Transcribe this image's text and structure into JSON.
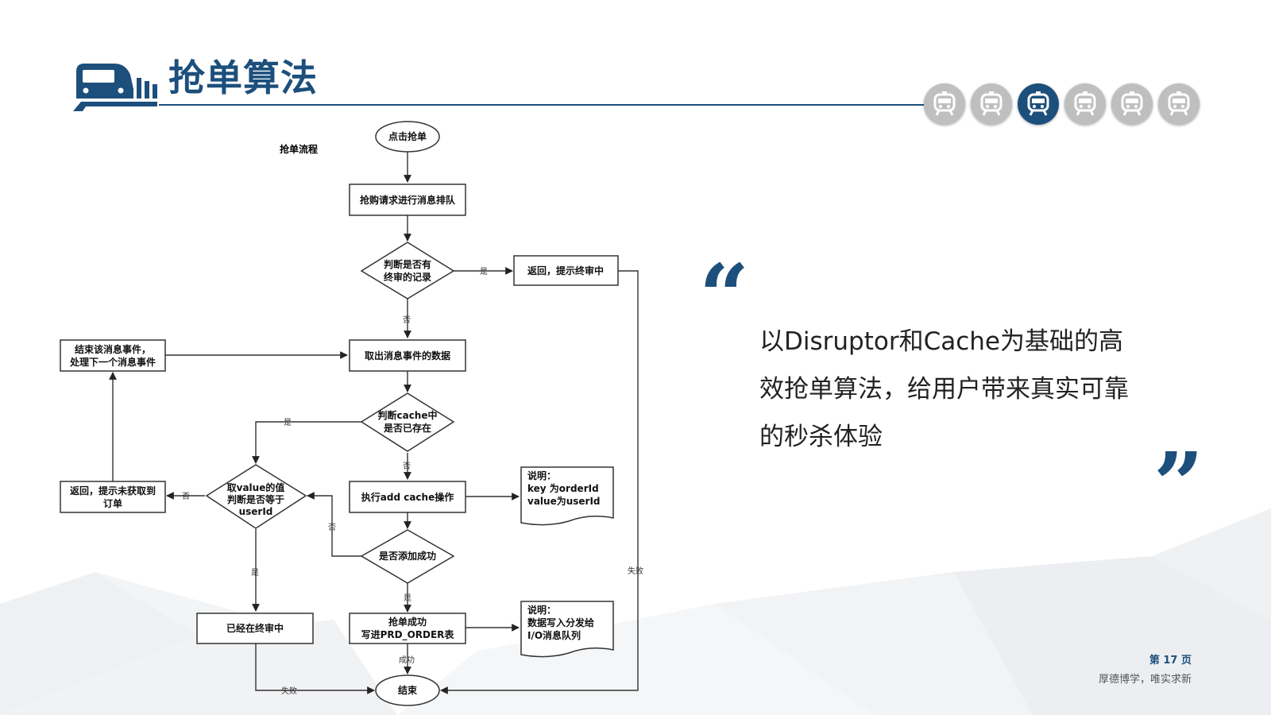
{
  "header": {
    "title": "抢单算法",
    "logo_icon": "train-icon"
  },
  "progress": {
    "total": 6,
    "active_index": 2,
    "icon": "train-front-icon",
    "active_color": "#1c4f7c",
    "inactive_color": "#bfbfbf"
  },
  "flowchart": {
    "title": "抢单流程",
    "nodes": {
      "start": "点击抢单",
      "queue": "抢购请求进行消息排队",
      "check_final_1": "判断是否有",
      "check_final_2": "终审的记录",
      "return_final": "返回，提示终审中",
      "fetch_data": "取出消息事件的数据",
      "end_event_1": "结束该消息事件，",
      "end_event_2": "处理下一个消息事件",
      "check_cache_1": "判断cache中",
      "check_cache_2": "是否已存在",
      "add_cache": "执行add cache操作",
      "note1_1": "说明：",
      "note1_2": "key   为orderId",
      "note1_3": "value为userId",
      "check_value_1": "取value的值",
      "check_value_2": "判断是否等于",
      "check_value_3": "userId",
      "return_not_got_1": "返回，提示未获取到",
      "return_not_got_2": "订单",
      "check_added": "是否添加成功",
      "success_1": "抢单成功",
      "success_2": "写进PRD_ORDER表",
      "note2_1": "说明：",
      "note2_2": "数据写入分发给",
      "note2_3": "I/O消息队列",
      "in_final": "已经在终审中",
      "end": "结束"
    },
    "edges": {
      "yes1": "是",
      "no1": "否",
      "yes2": "是",
      "no2": "否",
      "no3": "否",
      "no4": "否",
      "yes3": "是",
      "yes4": "是",
      "success": "成功",
      "fail1": "失败",
      "fail2": "失败"
    }
  },
  "quote": {
    "text": "以Disruptor和Cache为基础的高效抢单算法，给用户带来真实可靠的秒杀体验",
    "open_mark": "“",
    "close_mark": "”",
    "accent_color": "#1c4f7c"
  },
  "footer": {
    "page": "第 17 页",
    "motto": "厚德博学，唯实求新"
  }
}
